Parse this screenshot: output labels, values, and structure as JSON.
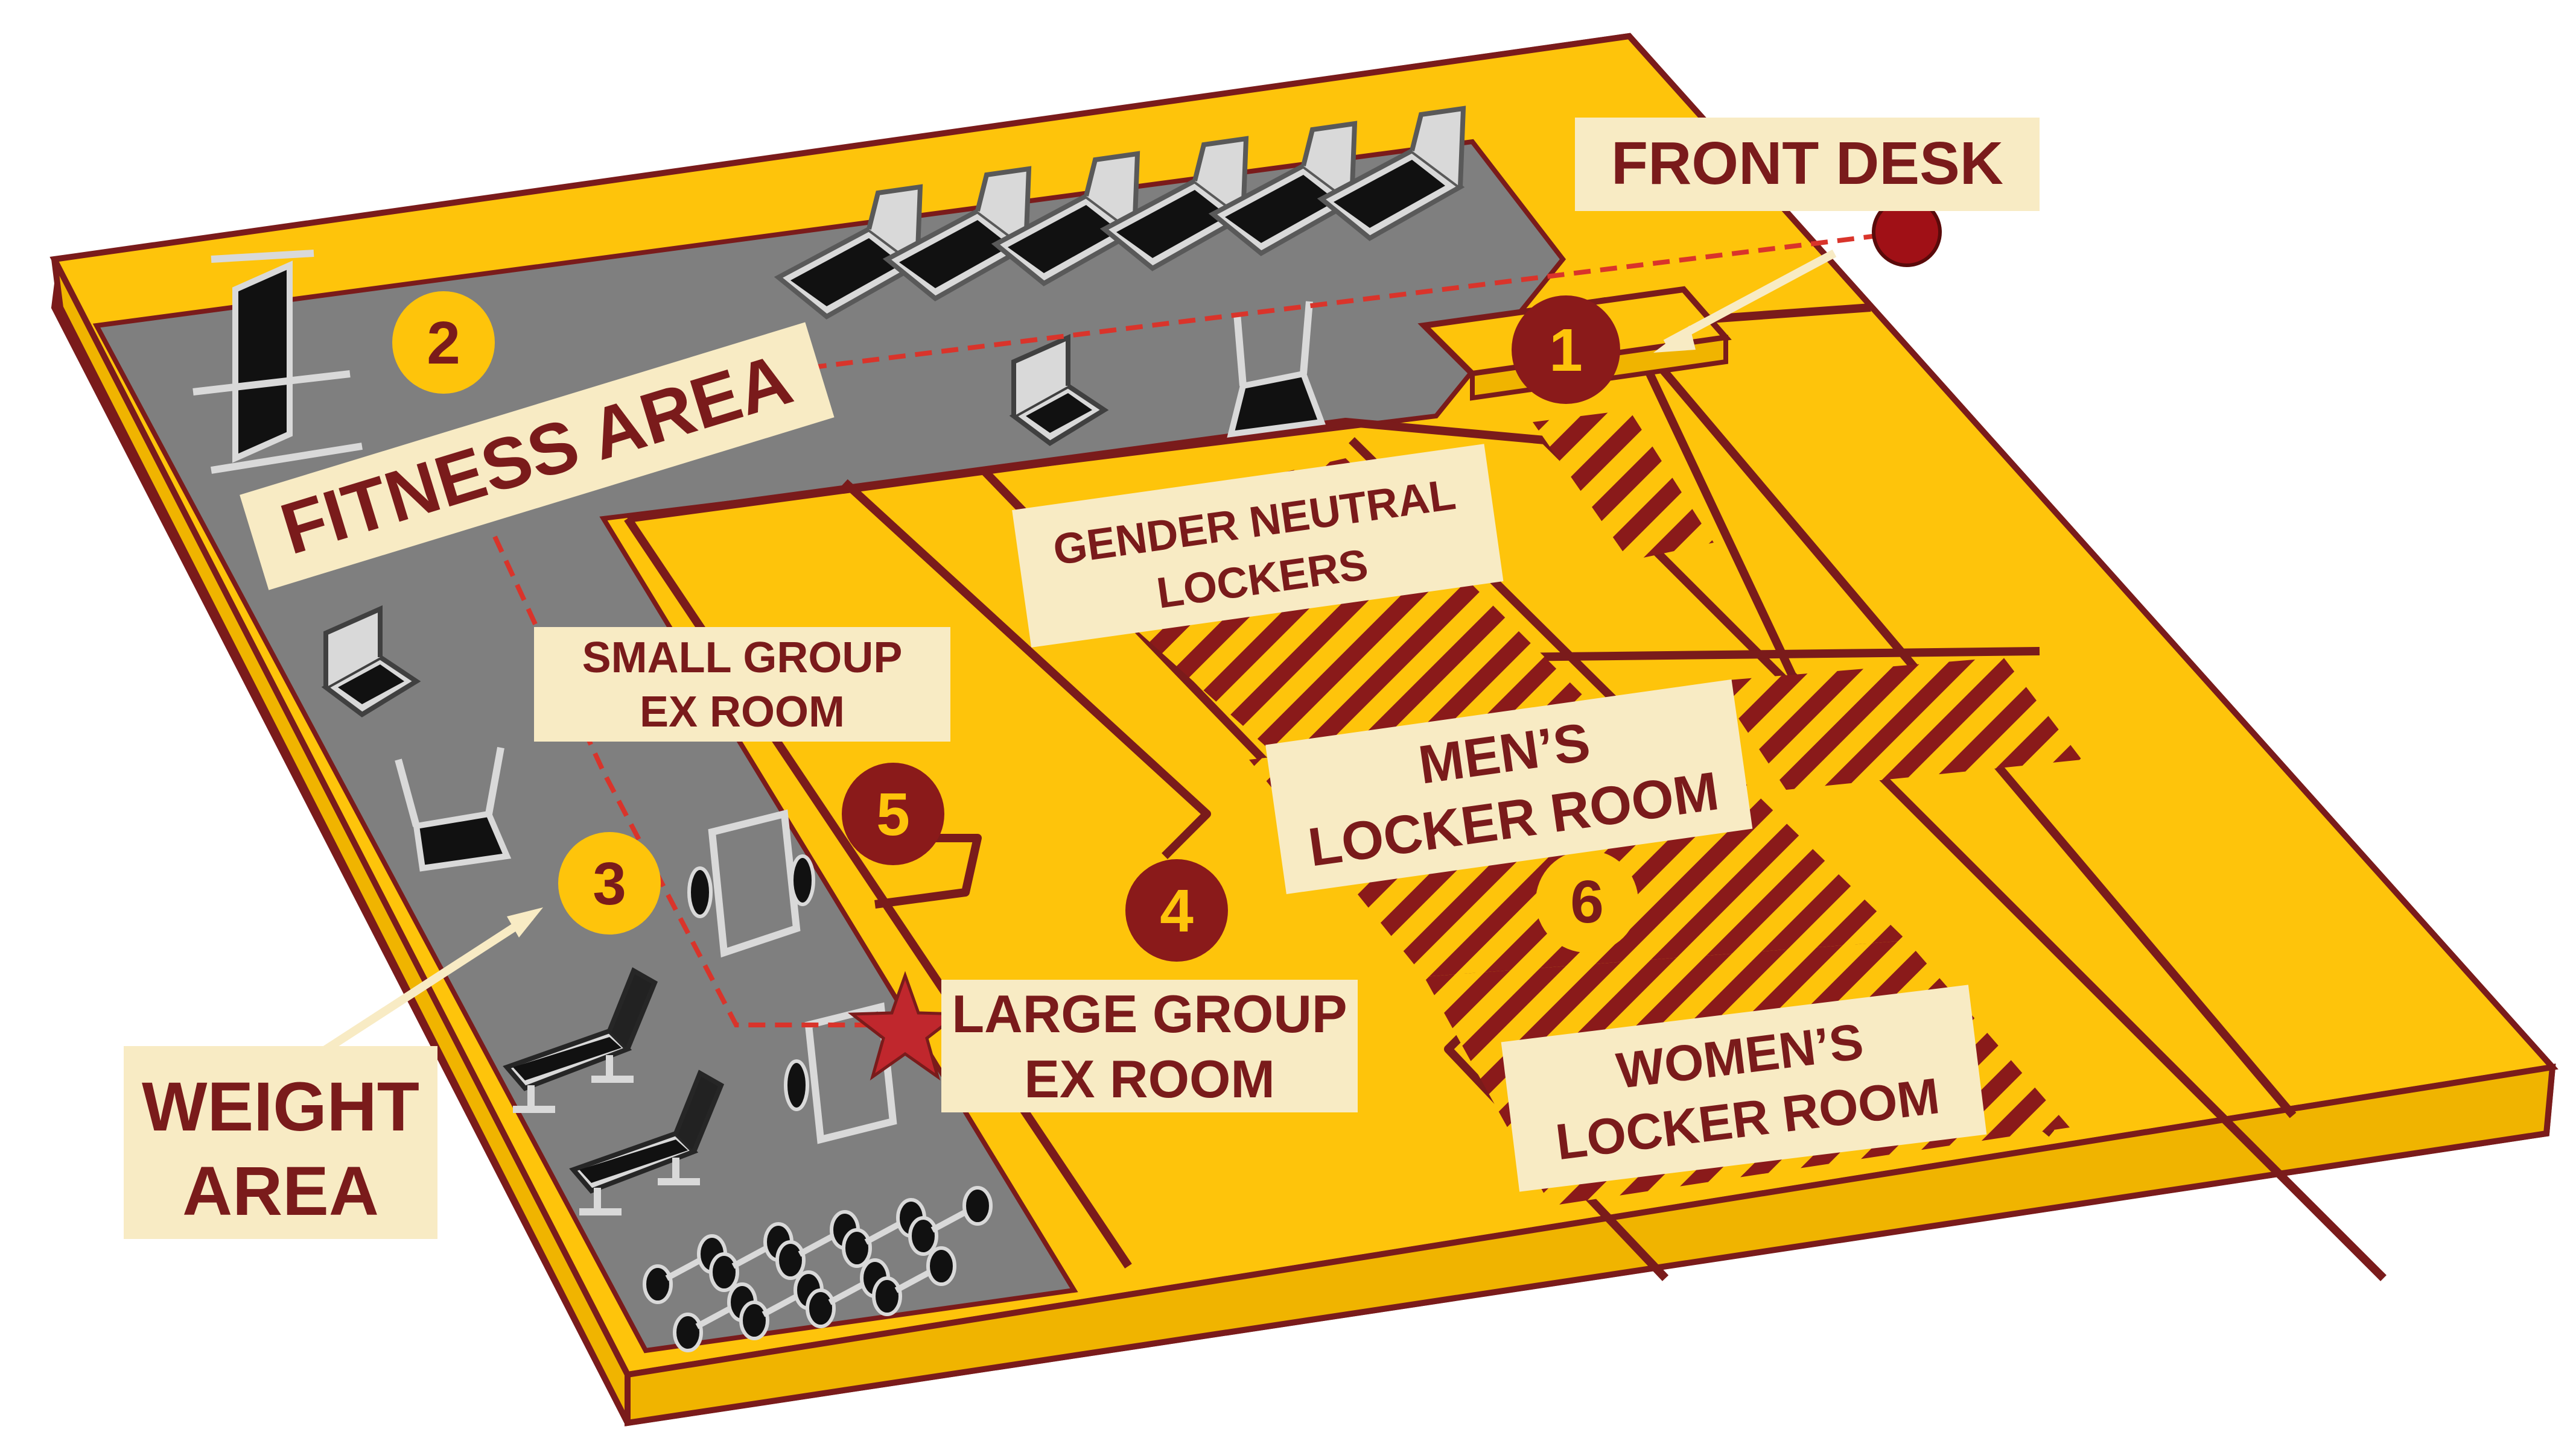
{
  "labels": {
    "front_desk": "FRONT DESK",
    "fitness_area": "FITNESS AREA",
    "gender_neutral_1": "GENDER NEUTRAL",
    "gender_neutral_2": "LOCKERS",
    "small_group_1": "SMALL GROUP",
    "small_group_2": "EX ROOM",
    "mens_1": "MEN’S",
    "mens_2": "LOCKER ROOM",
    "large_group_1": "LARGE GROUP",
    "large_group_2": "EX ROOM",
    "womens_1": "WOMEN’S",
    "womens_2": "LOCKER ROOM",
    "weight_1": "WEIGHT",
    "weight_2": "AREA"
  },
  "markers": {
    "m1": "1",
    "m2": "2",
    "m3": "3",
    "m4": "4",
    "m5": "5",
    "m6": "6"
  },
  "colors": {
    "floor": "#fec40b",
    "wall": "#7a1b1b",
    "gray_floor": "#7f7f7f",
    "label_bg": "#f8ebc4",
    "marker_dark": "#8a1a1a",
    "marker_gold": "#fec40b",
    "dashed_route": "#d9342b",
    "star": "#c0272d"
  }
}
